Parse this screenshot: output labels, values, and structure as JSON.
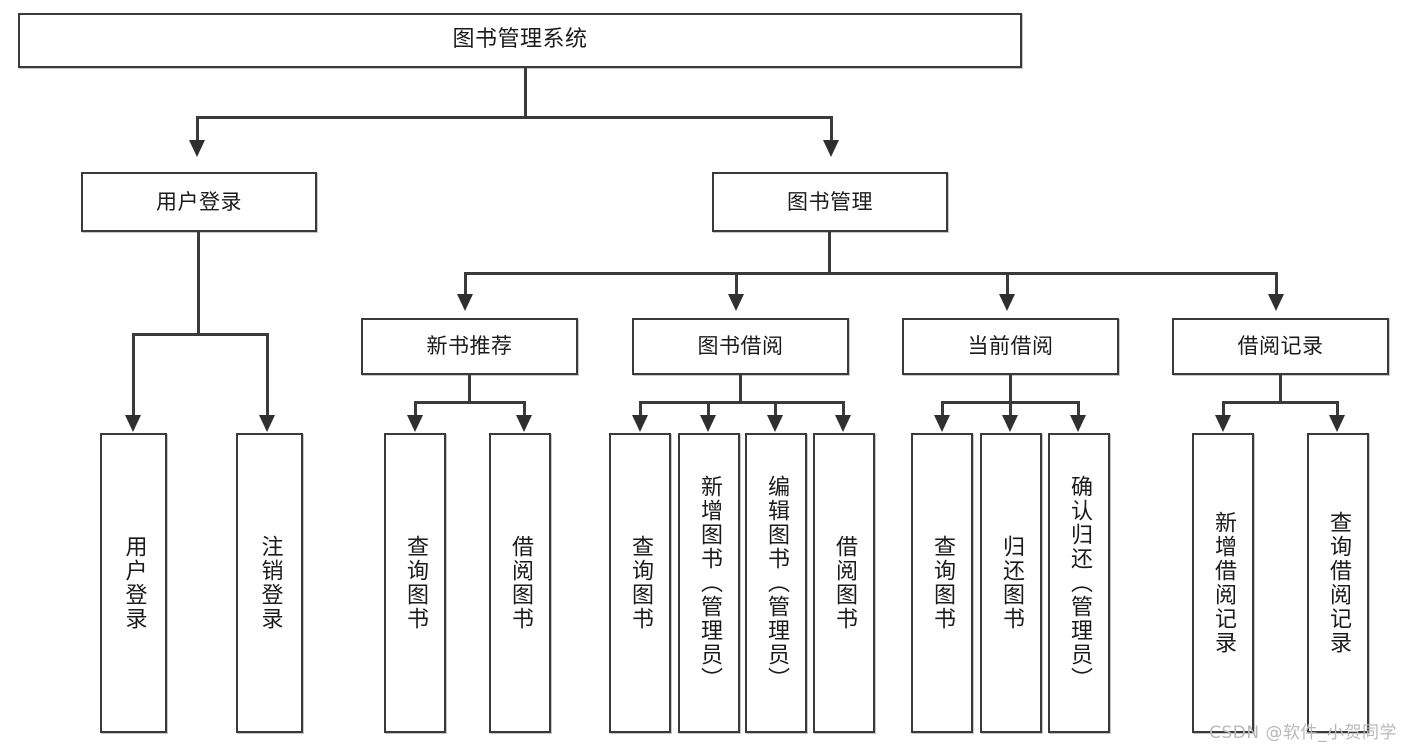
{
  "diagram": {
    "title": "图书管理系统",
    "type": "tree",
    "watermark": "CSDN @软件_小贺同学",
    "colors": {
      "background": "#ffffff",
      "box_border": "#3a3a3a",
      "box_fill": "#ffffff",
      "connector": "#3a3a3a",
      "text": "#1b1b1b",
      "watermark": "#b9b9b9"
    },
    "root": {
      "label": "图书管理系统"
    },
    "level2": [
      {
        "label": "用户登录"
      },
      {
        "label": "图书管理"
      }
    ],
    "level3": [
      {
        "label": "新书推荐"
      },
      {
        "label": "图书借阅"
      },
      {
        "label": "当前借阅"
      },
      {
        "label": "借阅记录"
      }
    ],
    "leaves": [
      {
        "label": "用户登录",
        "parent": "用户登录"
      },
      {
        "label": "注销登录",
        "parent": "用户登录"
      },
      {
        "label": "查询图书",
        "parent": "新书推荐"
      },
      {
        "label": "借阅图书",
        "parent": "新书推荐"
      },
      {
        "label": "查询图书",
        "parent": "图书借阅"
      },
      {
        "label": "新增图书（管理员）",
        "parent": "图书借阅"
      },
      {
        "label": "编辑图书（管理员）",
        "parent": "图书借阅"
      },
      {
        "label": "借阅图书",
        "parent": "图书借阅"
      },
      {
        "label": "查询图书",
        "parent": "当前借阅"
      },
      {
        "label": "归还图书",
        "parent": "当前借阅"
      },
      {
        "label": "确认归还（管理员）",
        "parent": "当前借阅"
      },
      {
        "label": "新增借阅记录",
        "parent": "借阅记录"
      },
      {
        "label": "查询借阅记录",
        "parent": "借阅记录"
      }
    ]
  }
}
